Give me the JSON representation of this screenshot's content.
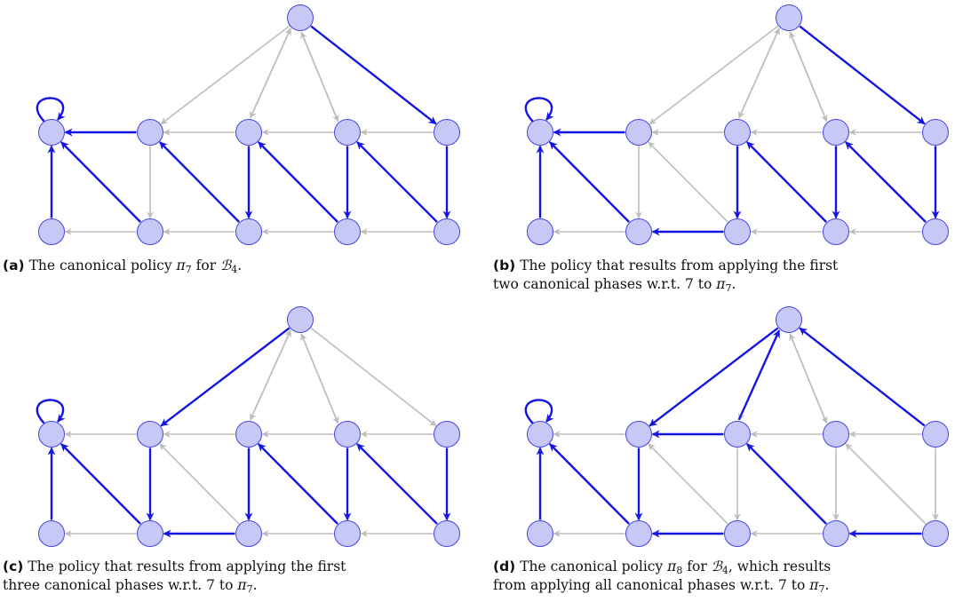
{
  "colors": {
    "node_fill": "#c8c8f6",
    "node_stroke": "#4444e0",
    "policy_edge": "#1414e6",
    "other_edge": "#bdbdbd"
  },
  "nodes": [
    "t",
    "a1",
    "a2",
    "a3",
    "a4",
    "a5",
    "b1",
    "b2",
    "b3",
    "b4",
    "b5"
  ],
  "panels": [
    {
      "id": "a",
      "caption": {
        "label": "(a)",
        "pre": "The canonical policy ",
        "sym": "π",
        "sub": "7",
        "mid": " for ",
        "sym2": "ℬ",
        "sub2": "4",
        "post": "."
      },
      "edges": [
        [
          "a1",
          "a1",
          "blue"
        ],
        [
          "a2",
          "a1",
          "blue"
        ],
        [
          "b1",
          "a1",
          "blue"
        ],
        [
          "b2",
          "a1",
          "blue"
        ],
        [
          "b3",
          "a2",
          "blue"
        ],
        [
          "a3",
          "b3",
          "blue"
        ],
        [
          "b4",
          "a3",
          "blue"
        ],
        [
          "a4",
          "b4",
          "blue"
        ],
        [
          "b5",
          "a4",
          "blue"
        ],
        [
          "a5",
          "b5",
          "blue"
        ],
        [
          "t",
          "a5",
          "blue"
        ],
        [
          "a3",
          "a2",
          "gray"
        ],
        [
          "a4",
          "a3",
          "gray"
        ],
        [
          "a5",
          "a4",
          "gray"
        ],
        [
          "b2",
          "b1",
          "gray"
        ],
        [
          "b3",
          "b2",
          "gray"
        ],
        [
          "b4",
          "b3",
          "gray"
        ],
        [
          "b5",
          "b4",
          "gray"
        ],
        [
          "a2",
          "b2",
          "gray"
        ],
        [
          "t",
          "a2",
          "gray"
        ],
        [
          "t",
          "a3",
          "gray"
        ],
        [
          "t",
          "a4",
          "gray"
        ],
        [
          "a3",
          "t",
          "gray"
        ],
        [
          "a4",
          "t",
          "gray"
        ]
      ]
    },
    {
      "id": "b",
      "caption": {
        "label": "(b)",
        "pre": "The policy that results from applying the first",
        "line2": "two canonical phases w.r.t. 7 to ",
        "sym": "π",
        "sub": "7",
        "post": "."
      },
      "edges": [
        [
          "a1",
          "a1",
          "blue"
        ],
        [
          "a2",
          "a1",
          "blue"
        ],
        [
          "b1",
          "a1",
          "blue"
        ],
        [
          "b2",
          "a1",
          "blue"
        ],
        [
          "b3",
          "b2",
          "blue"
        ],
        [
          "a3",
          "b3",
          "blue"
        ],
        [
          "b4",
          "a3",
          "blue"
        ],
        [
          "a4",
          "b4",
          "blue"
        ],
        [
          "b5",
          "a4",
          "blue"
        ],
        [
          "a5",
          "b5",
          "blue"
        ],
        [
          "t",
          "a5",
          "blue"
        ],
        [
          "a3",
          "a2",
          "gray"
        ],
        [
          "a4",
          "a3",
          "gray"
        ],
        [
          "a5",
          "a4",
          "gray"
        ],
        [
          "b2",
          "b1",
          "gray"
        ],
        [
          "b4",
          "b3",
          "gray"
        ],
        [
          "b5",
          "b4",
          "gray"
        ],
        [
          "a2",
          "b2",
          "gray"
        ],
        [
          "b3",
          "a2",
          "gray"
        ],
        [
          "t",
          "a2",
          "gray"
        ],
        [
          "t",
          "a3",
          "gray"
        ],
        [
          "t",
          "a4",
          "gray"
        ],
        [
          "a3",
          "t",
          "gray"
        ],
        [
          "a4",
          "t",
          "gray"
        ]
      ]
    },
    {
      "id": "c",
      "caption": {
        "label": "(c)",
        "pre": "The policy that results from applying the first",
        "line2": "three canonical phases w.r.t. 7 to ",
        "sym": "π",
        "sub": "7",
        "post": "."
      },
      "edges": [
        [
          "a1",
          "a1",
          "blue"
        ],
        [
          "b1",
          "a1",
          "blue"
        ],
        [
          "b2",
          "a1",
          "blue"
        ],
        [
          "a2",
          "b2",
          "blue"
        ],
        [
          "t",
          "a2",
          "blue"
        ],
        [
          "b3",
          "b2",
          "blue"
        ],
        [
          "a3",
          "b3",
          "blue"
        ],
        [
          "b4",
          "a3",
          "blue"
        ],
        [
          "a4",
          "b4",
          "blue"
        ],
        [
          "b5",
          "a4",
          "blue"
        ],
        [
          "a5",
          "b5",
          "blue"
        ],
        [
          "a2",
          "a1",
          "gray"
        ],
        [
          "a3",
          "a2",
          "gray"
        ],
        [
          "a4",
          "a3",
          "gray"
        ],
        [
          "a5",
          "a4",
          "gray"
        ],
        [
          "b2",
          "b1",
          "gray"
        ],
        [
          "b4",
          "b3",
          "gray"
        ],
        [
          "b5",
          "b4",
          "gray"
        ],
        [
          "b3",
          "a2",
          "gray"
        ],
        [
          "t",
          "a3",
          "gray"
        ],
        [
          "t",
          "a4",
          "gray"
        ],
        [
          "t",
          "a5",
          "gray"
        ],
        [
          "a3",
          "t",
          "gray"
        ],
        [
          "a4",
          "t",
          "gray"
        ]
      ]
    },
    {
      "id": "d",
      "caption": {
        "label": "(d)",
        "pre": "The canonical policy ",
        "sym": "π",
        "sub": "8",
        "mid": " for ",
        "sym2": "ℬ",
        "sub2": "4",
        "post": ", which results",
        "line2": "from applying all canonical phases w.r.t. 7 to ",
        "sym3": "π",
        "sub3": "7",
        "post2": "."
      },
      "edges": [
        [
          "a1",
          "a1",
          "blue"
        ],
        [
          "b1",
          "a1",
          "blue"
        ],
        [
          "b2",
          "a1",
          "blue"
        ],
        [
          "a2",
          "b2",
          "blue"
        ],
        [
          "t",
          "a2",
          "blue"
        ],
        [
          "a3",
          "a2",
          "blue"
        ],
        [
          "b3",
          "b2",
          "blue"
        ],
        [
          "a3",
          "t",
          "blue"
        ],
        [
          "a5",
          "t",
          "blue"
        ],
        [
          "b4",
          "a3",
          "blue"
        ],
        [
          "b5",
          "b4",
          "blue"
        ],
        [
          "a2",
          "a1",
          "gray"
        ],
        [
          "a4",
          "a3",
          "gray"
        ],
        [
          "a5",
          "a4",
          "gray"
        ],
        [
          "b2",
          "b1",
          "gray"
        ],
        [
          "b4",
          "b3",
          "gray"
        ],
        [
          "b3",
          "a2",
          "gray"
        ],
        [
          "a3",
          "b3",
          "gray"
        ],
        [
          "a4",
          "b4",
          "gray"
        ],
        [
          "a5",
          "b5",
          "gray"
        ],
        [
          "b5",
          "a4",
          "gray"
        ],
        [
          "t",
          "a3",
          "gray"
        ],
        [
          "t",
          "a4",
          "gray"
        ],
        [
          "a4",
          "t",
          "gray"
        ]
      ]
    }
  ]
}
